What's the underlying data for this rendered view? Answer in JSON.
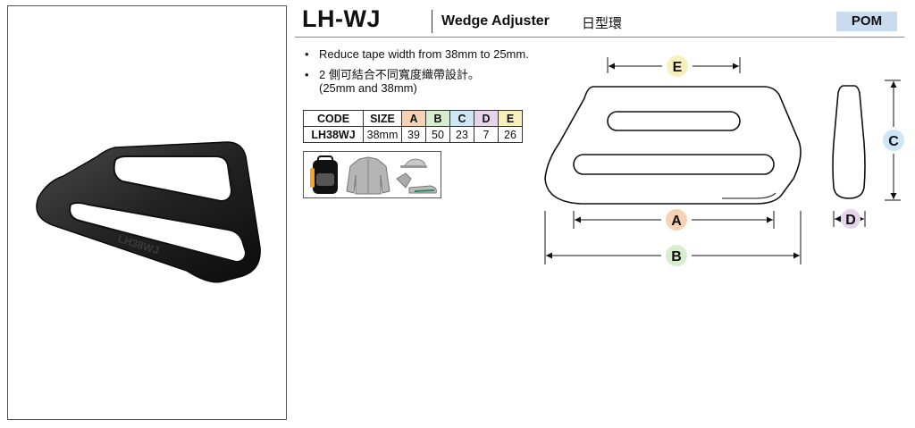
{
  "header": {
    "model": "LH-WJ",
    "product_name": "Wedge Adjuster",
    "product_name_cn": "日型環",
    "material": "POM"
  },
  "photo": {
    "engraving": "LH38WJ"
  },
  "features": [
    "Reduce tape width from 38mm  to 25mm.",
    "2 側可結合不同寬度織帶設計。",
    "(25mm and 38mm)"
  ],
  "spec_table": {
    "headers": [
      "CODE",
      "SIZE",
      "A",
      "B",
      "C",
      "D",
      "E"
    ],
    "row": [
      "LH38WJ",
      "38mm",
      "39",
      "50",
      "23",
      "7",
      "26"
    ]
  },
  "dimension_labels": {
    "A": "A",
    "B": "B",
    "C": "C",
    "D": "D",
    "E": "E"
  },
  "dimension_colors": {
    "A": "#f7d2b4",
    "B": "#d6edd0",
    "C": "#cfe6f4",
    "D": "#e6d4ea",
    "E": "#f7f0bd"
  },
  "usage_icons": [
    "backpack-icon",
    "jacket-icon",
    "outdoor-gear-icon"
  ]
}
